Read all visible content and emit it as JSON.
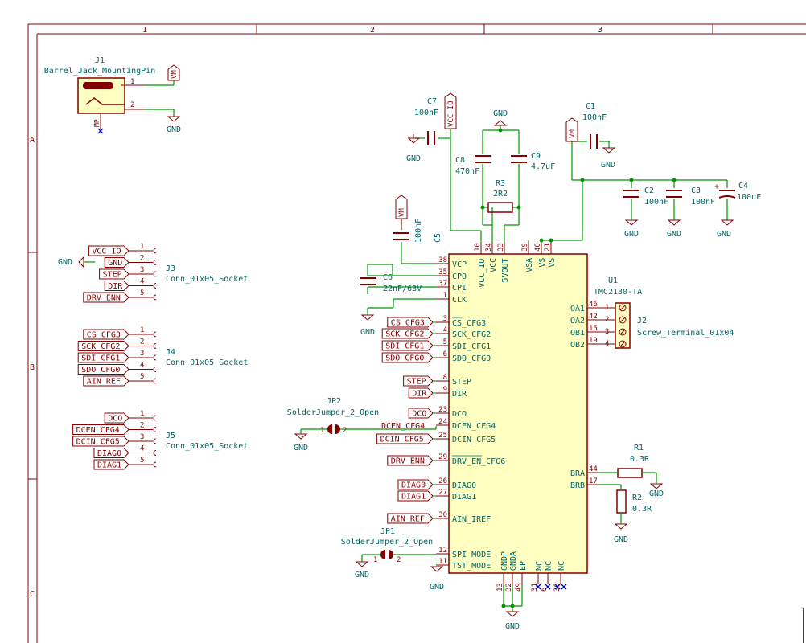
{
  "frame": {
    "col_labels": [
      "1",
      "2",
      "3"
    ],
    "row_labels": [
      "A",
      "B",
      "C"
    ]
  },
  "j1": {
    "ref": "J1",
    "value": "Barrel_Jack_MountingPin",
    "pins": [
      "1",
      "2"
    ],
    "mp_label": "MP",
    "net_label": "VM"
  },
  "gnd_label": "GND",
  "j3": {
    "ref": "J3",
    "value": "Conn_01x05_Socket",
    "labels": [
      "VCC_IO",
      "GND",
      "STEP",
      "DIR",
      "DRV_ENN"
    ],
    "pins": [
      "1",
      "2",
      "3",
      "4",
      "5"
    ]
  },
  "j4": {
    "ref": "J4",
    "value": "Conn_01x05_Socket",
    "labels": [
      "CS_CFG3",
      "SCK_CFG2",
      "SDI_CFG1",
      "SDO_CFG0",
      "AIN_REF"
    ],
    "pins": [
      "1",
      "2",
      "3",
      "4",
      "5"
    ]
  },
  "j5": {
    "ref": "J5",
    "value": "Conn_01x05_Socket",
    "labels": [
      "DCO",
      "DCEN_CFG4",
      "DCIN_CFG5",
      "DIAG0",
      "DIAG1"
    ],
    "pins": [
      "1",
      "2",
      "3",
      "4",
      "5"
    ]
  },
  "c1": {
    "ref": "C1",
    "value": "100nF"
  },
  "c2": {
    "ref": "C2",
    "value": "100nF"
  },
  "c3": {
    "ref": "C3",
    "value": "100nF"
  },
  "c4": {
    "ref": "C4",
    "value": "100uF",
    "polarity": "+"
  },
  "c5": {
    "ref": "C5",
    "value": "100nF"
  },
  "c6": {
    "ref": "C6",
    "value": "22nF/63V"
  },
  "c7": {
    "ref": "C7",
    "value": "100nF"
  },
  "c8": {
    "ref": "C8",
    "value": "470nF"
  },
  "c9": {
    "ref": "C9",
    "value": "4.7uF"
  },
  "r1": {
    "ref": "R1",
    "value": "0.3R"
  },
  "r2": {
    "ref": "R2",
    "value": "0.3R"
  },
  "r3": {
    "ref": "R3",
    "value": "2R2"
  },
  "vm_label": "VM",
  "vccio_label": "VCC_IO",
  "jp1": {
    "ref": "JP1",
    "value": "SolderJumper_2_Open",
    "pins": [
      "1",
      "2"
    ]
  },
  "jp2": {
    "ref": "JP2",
    "value": "SolderJumper_2_Open",
    "pins": [
      "1",
      "2"
    ]
  },
  "j2": {
    "ref": "J2",
    "value": "Screw_Terminal_01x04",
    "pins": [
      "1",
      "2",
      "3",
      "4"
    ]
  },
  "u1": {
    "ref": "U1",
    "value": "TMC2130-TA",
    "left_pins": [
      {
        "num": "38",
        "name": "VCP"
      },
      {
        "num": "35",
        "name": "CPO"
      },
      {
        "num": "37",
        "name": "CPI"
      },
      {
        "num": "1",
        "name": "CLK"
      },
      {
        "num": "3",
        "name": "CS_CFG3",
        "overline": "CS"
      },
      {
        "num": "4",
        "name": "SCK_CFG2"
      },
      {
        "num": "5",
        "name": "SDI_CFG1"
      },
      {
        "num": "6",
        "name": "SDO_CFG0"
      },
      {
        "num": "8",
        "name": "STEP"
      },
      {
        "num": "9",
        "name": "DIR"
      },
      {
        "num": "23",
        "name": "DCO"
      },
      {
        "num": "24",
        "name": "DCEN_CFG4"
      },
      {
        "num": "25",
        "name": "DCIN_CFG5"
      },
      {
        "num": "29",
        "name": "DRV_EN_CFG6",
        "overline": "DRV_EN"
      },
      {
        "num": "26",
        "name": "DIAG0"
      },
      {
        "num": "27",
        "name": "DIAG1"
      },
      {
        "num": "30",
        "name": "AIN_IREF"
      },
      {
        "num": "12",
        "name": "SPI_MODE"
      },
      {
        "num": "11",
        "name": "TST_MODE"
      }
    ],
    "top_pins": [
      {
        "num": "10",
        "name": "VCC_IO"
      },
      {
        "num": "34",
        "name": "VCC"
      },
      {
        "num": "33",
        "name": "5VOUT"
      },
      {
        "num": "39",
        "name": "VSA"
      },
      {
        "num": "40",
        "name": "VS"
      },
      {
        "num": "21",
        "name": "VS"
      }
    ],
    "right_pins": [
      {
        "num": "46",
        "name": "OA1"
      },
      {
        "num": "42",
        "name": "OA2"
      },
      {
        "num": "15",
        "name": "OB1"
      },
      {
        "num": "19",
        "name": "OB2"
      },
      {
        "num": "44",
        "name": "BRA"
      },
      {
        "num": "17",
        "name": "BRB"
      }
    ],
    "bottom_pins": [
      {
        "num": "13",
        "name": "GNDP"
      },
      {
        "num": "32",
        "name": "GNDA"
      },
      {
        "num": "49",
        "name": "EP"
      },
      {
        "num": "31",
        "name": "NC"
      },
      {
        "num": "6",
        "name": "NC"
      },
      {
        "num": "36",
        "name": "NC"
      }
    ]
  },
  "u1_side_labels": [
    "CS_CFG3",
    "SCK_CFG2",
    "SDI_CFG1",
    "SDO_CFG0",
    "STEP",
    "DIR",
    "DCO",
    "DCEN_CFG4",
    "DCIN_CFG5",
    "DRV_ENN",
    "DIAG0",
    "DIAG1",
    "AIN_REF"
  ],
  "colors": {
    "frame": "#840000",
    "wire": "#009600",
    "body_fill": "#ffffc2",
    "text": "#006464",
    "noconnect": "#0000c8"
  }
}
